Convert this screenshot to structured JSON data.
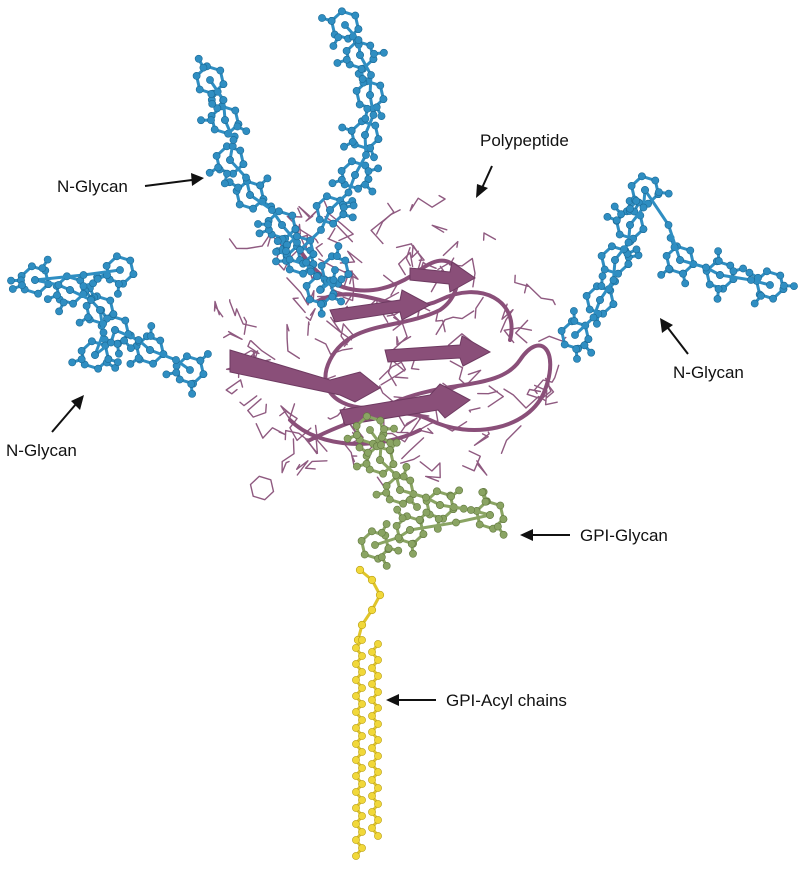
{
  "labels": {
    "polypeptide": "Polypeptide",
    "n_glycan_upper_left": "N-Glycan",
    "n_glycan_left": "N-Glycan",
    "n_glycan_right": "N-Glycan",
    "gpi_glycan": "GPI-Glycan",
    "gpi_acyl_chains": "GPI-Acyl chains"
  },
  "colors": {
    "n_glycan": "#2f8ec2",
    "polypeptide": "#8a4f79",
    "gpi_glycan": "#8aa463",
    "gpi_acyl": "#f1d83a",
    "text": "#111111"
  }
}
